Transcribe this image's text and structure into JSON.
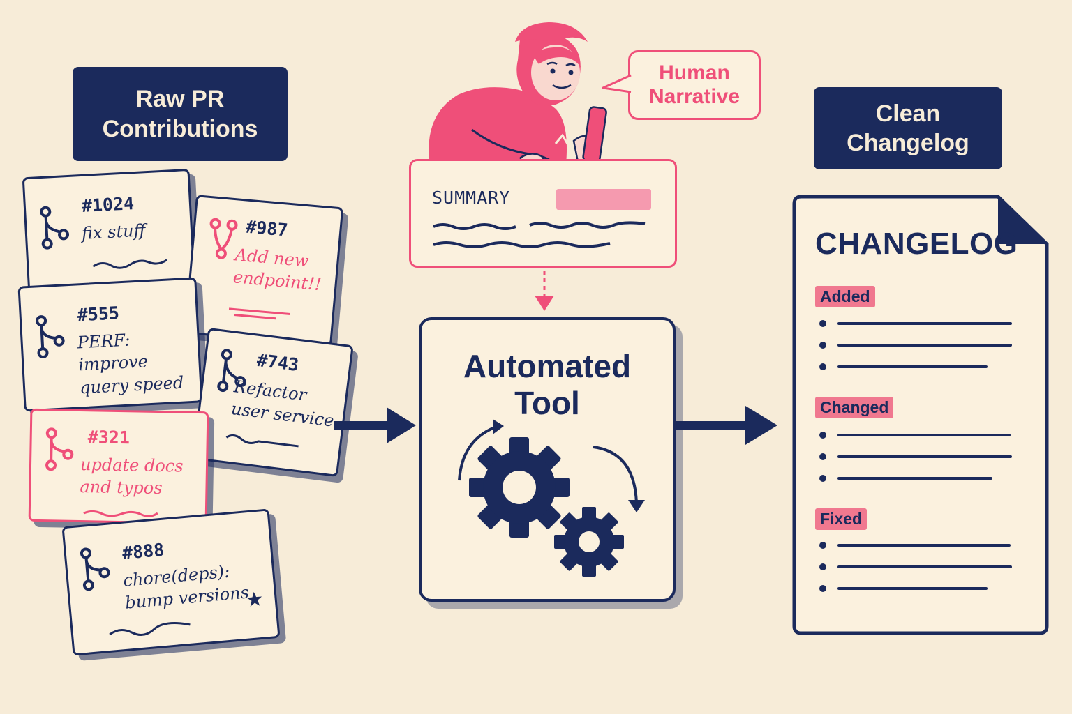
{
  "labels": {
    "raw": "Raw PR\nContributions",
    "clean": "Clean\nChangelog"
  },
  "bubble": "Human\nNarrative",
  "summary_label": "SUMMARY",
  "tool_title": "Automated\nTool",
  "prs": [
    {
      "num": "#1024",
      "text": "fix stuff"
    },
    {
      "num": "#987",
      "text": "Add new endpoint!!"
    },
    {
      "num": "#555",
      "text": "PERF: improve query speed"
    },
    {
      "num": "#743",
      "text": "Refactor user service"
    },
    {
      "num": "#321",
      "text": "update docs and typos"
    },
    {
      "num": "#888",
      "text": "chore(deps): bump versions"
    }
  ],
  "changelog": {
    "title": "CHANGELOG",
    "sections": [
      "Added",
      "Changed",
      "Fixed"
    ]
  },
  "colors": {
    "navy": "#1b2a5c",
    "pink": "#ef4f79",
    "paper": "#f7ecd8"
  }
}
